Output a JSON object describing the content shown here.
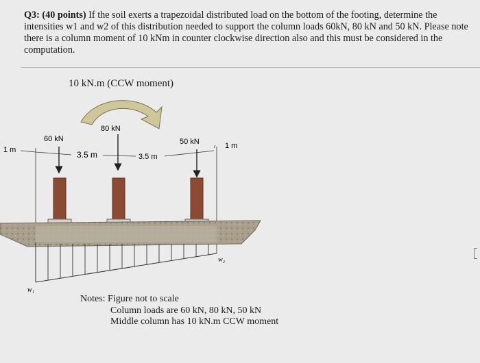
{
  "question": {
    "label": "Q3: (40 points)",
    "text": " If the soil exerts a trapezoidal distributed load on the bottom of the footing, determine the intensities w1 and w2 of this distribution needed to support the column loads 60kN, 80 kN and 50 kN. Please note there is a column moment of 10 kNm in counter clockwise direction also and this must be considered in the computation."
  },
  "figure": {
    "moment_label": "10 kN.m (CCW moment)",
    "load_left": "60 kN",
    "load_middle": "80 kN",
    "load_right": "50 kN",
    "dim_left": "1 m",
    "dim_span1": "3.5 m",
    "dim_span2": "3.5 m",
    "dim_right": "1 m",
    "w1_label": "w₁",
    "w2_label": "w₂"
  },
  "notes": {
    "line1": "Notes: Figure not to scale",
    "line2": "Column loads are 60 kN, 80 kN, 50 kN",
    "line3": "Middle column has 10 kN.m CCW moment"
  },
  "colors": {
    "column": "#8a4a33",
    "soil": "#9c9282",
    "moment_arrow": "#cdc49a"
  }
}
